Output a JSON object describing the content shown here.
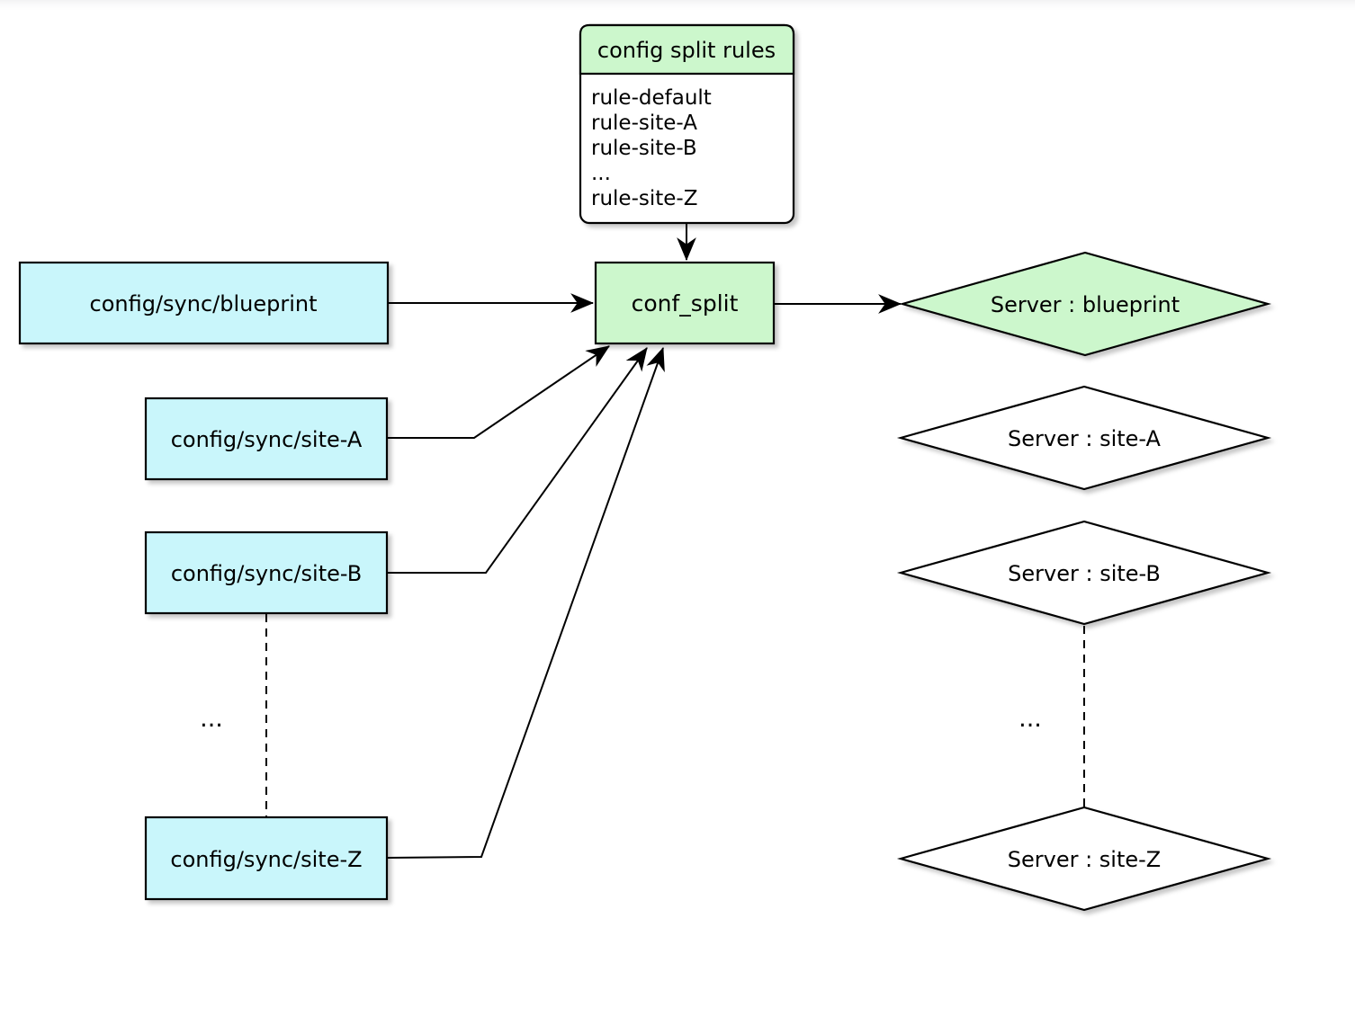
{
  "note": {
    "title": "config split rules",
    "items": [
      "rule-default",
      "rule-site-A",
      "rule-site-B",
      "...",
      "rule-site-Z"
    ]
  },
  "process": {
    "label": "conf_split"
  },
  "sources": [
    {
      "label": "config/sync/blueprint"
    },
    {
      "label": "config/sync/site-A"
    },
    {
      "label": "config/sync/site-B"
    },
    {
      "label": "config/sync/site-Z"
    }
  ],
  "servers": [
    {
      "label": "Server : blueprint"
    },
    {
      "label": "Server : site-A"
    },
    {
      "label": "Server : site-B"
    },
    {
      "label": "Server : site-Z"
    }
  ],
  "ellipsis_left": "...",
  "ellipsis_right": "...",
  "colors": {
    "green": "#ccf7cc",
    "cyan": "#c9f6fb",
    "stroke": "#000000",
    "page_edge": "#f4f4f5"
  }
}
